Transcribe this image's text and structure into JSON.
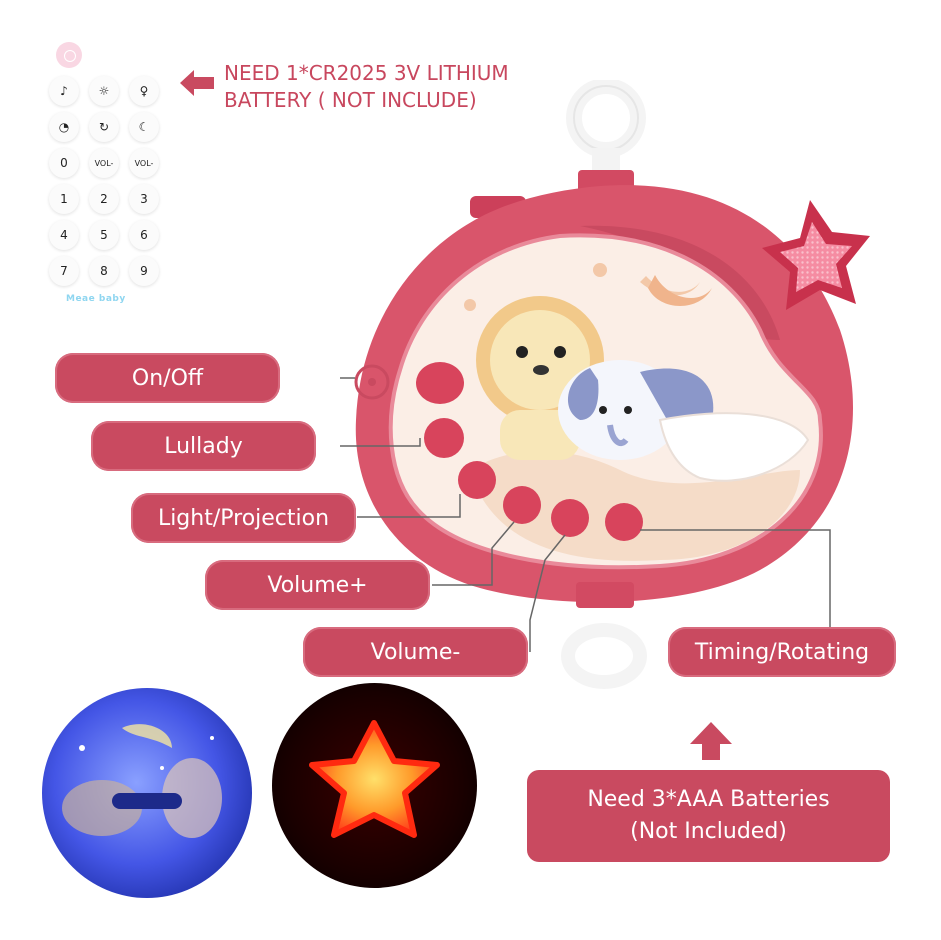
{
  "remote": {
    "buttons": [
      {
        "name": "music-icon",
        "glyph": "♪"
      },
      {
        "name": "projection-icon",
        "glyph": "☼"
      },
      {
        "name": "bulb-icon",
        "glyph": "♀"
      },
      {
        "name": "timer-icon",
        "glyph": "◔"
      },
      {
        "name": "rotate-icon",
        "glyph": "↻"
      },
      {
        "name": "moon-face-icon",
        "glyph": "☾"
      },
      {
        "name": "key-0",
        "glyph": "0"
      },
      {
        "name": "key-vol-minus",
        "glyph": "VOL-"
      },
      {
        "name": "key-vol-minus-2",
        "glyph": "VOL-"
      },
      {
        "name": "key-1",
        "glyph": "1"
      },
      {
        "name": "key-2",
        "glyph": "2"
      },
      {
        "name": "key-3",
        "glyph": "3"
      },
      {
        "name": "key-4",
        "glyph": "4"
      },
      {
        "name": "key-5",
        "glyph": "5"
      },
      {
        "name": "key-6",
        "glyph": "6"
      },
      {
        "name": "key-7",
        "glyph": "7"
      },
      {
        "name": "key-8",
        "glyph": "8"
      },
      {
        "name": "key-9",
        "glyph": "9"
      }
    ],
    "brand": "Meae baby"
  },
  "notes": {
    "remote_battery": "NEED 1*CR2025 3V LITHIUM\nBATTERY ( NOT INCLUDE)",
    "main_battery_line1": "Need 3*AAA Batteries",
    "main_battery_line2": "(Not Included)"
  },
  "callouts": {
    "onoff": "On/Off",
    "lullady": "Lullady",
    "light": "Light/Projection",
    "volume_up": "Volume+",
    "volume_down": "Volume-",
    "timing": "Timing/Rotating"
  },
  "colors": {
    "accent": "#c94a60",
    "device": "#d9556b",
    "button": "#d8445c"
  }
}
